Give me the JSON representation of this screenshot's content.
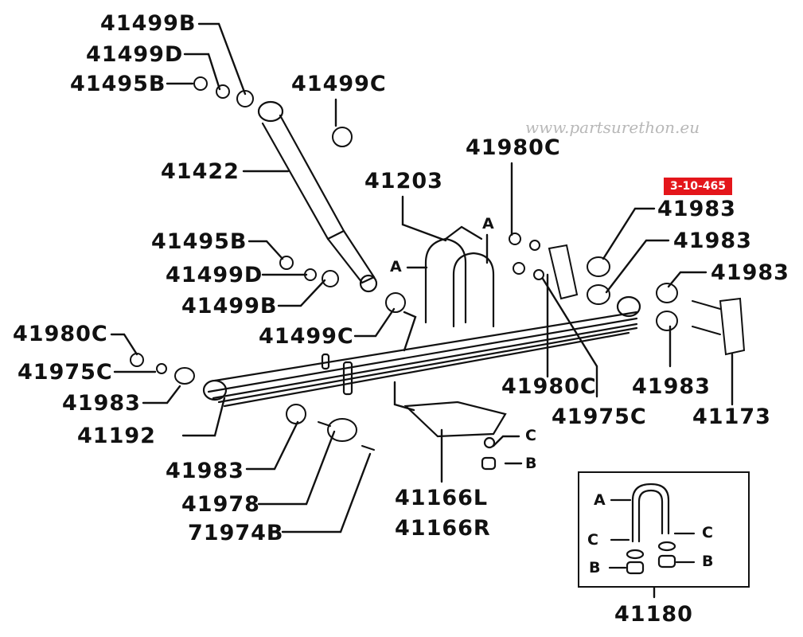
{
  "diagram": {
    "title": "Rear leaf spring suspension exploded parts diagram",
    "reference_badge": "3-10-465",
    "watermark": "www.partsurethon.eu",
    "colors": {
      "badge": "#e4161b",
      "line": "#111111",
      "watermark": "#d4d4d4"
    },
    "callouts": [
      {
        "id": "c1",
        "part": "41499B"
      },
      {
        "id": "c2",
        "part": "41499D"
      },
      {
        "id": "c3",
        "part": "41495B"
      },
      {
        "id": "c4",
        "part": "41499C"
      },
      {
        "id": "c5",
        "part": "41422"
      },
      {
        "id": "c6",
        "part": "41203"
      },
      {
        "id": "c7",
        "part": "41980C"
      },
      {
        "id": "c8",
        "part": "41983"
      },
      {
        "id": "c9",
        "part": "41983"
      },
      {
        "id": "c10",
        "part": "41983"
      },
      {
        "id": "c11",
        "part": "41495B"
      },
      {
        "id": "c12",
        "part": "41499D"
      },
      {
        "id": "c13",
        "part": "41499B"
      },
      {
        "id": "c14",
        "part": "41499C"
      },
      {
        "id": "c15",
        "part": "41980C"
      },
      {
        "id": "c16",
        "part": "41975C"
      },
      {
        "id": "c17",
        "part": "41983"
      },
      {
        "id": "c18",
        "part": "41192"
      },
      {
        "id": "c19",
        "part": "41980C"
      },
      {
        "id": "c20",
        "part": "41983"
      },
      {
        "id": "c21",
        "part": "41975C"
      },
      {
        "id": "c22",
        "part": "41173"
      },
      {
        "id": "c23",
        "part": "41983"
      },
      {
        "id": "c24",
        "part": "41978"
      },
      {
        "id": "c25",
        "part": "71974B"
      },
      {
        "id": "c26",
        "part": "41166L"
      },
      {
        "id": "c27",
        "part": "41166R"
      },
      {
        "id": "c28",
        "part": "41180"
      }
    ],
    "letters": {
      "a": "A",
      "b": "B",
      "c": "C"
    }
  }
}
